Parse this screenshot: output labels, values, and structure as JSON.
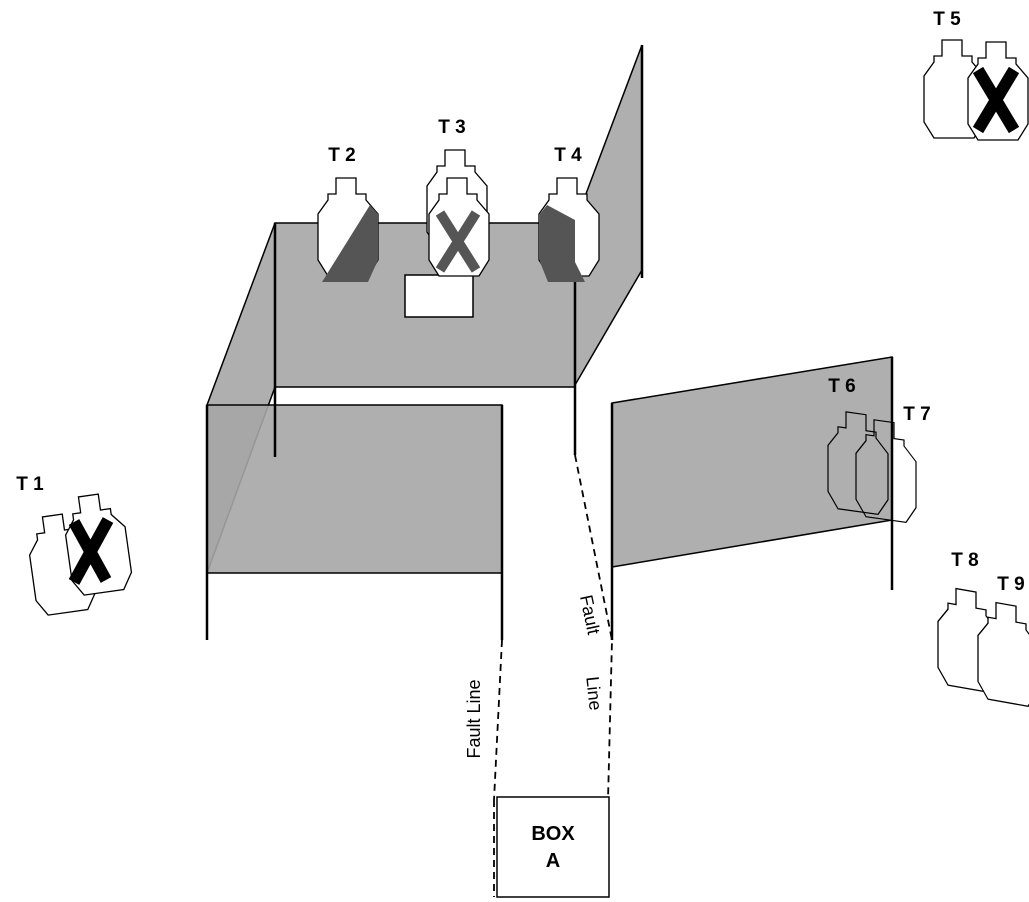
{
  "targets": {
    "t1": "T 1",
    "t2": "T 2",
    "t3": "T 3",
    "t4": "T 4",
    "t5": "T 5",
    "t6": "T 6",
    "t7": "T 7",
    "t8": "T 8",
    "t9": "T 9"
  },
  "fault_line_left": "Fault Line",
  "fault_line_right_1": "Fault",
  "fault_line_right_2": "Line",
  "box": {
    "line1": "BOX",
    "line2": "A"
  }
}
